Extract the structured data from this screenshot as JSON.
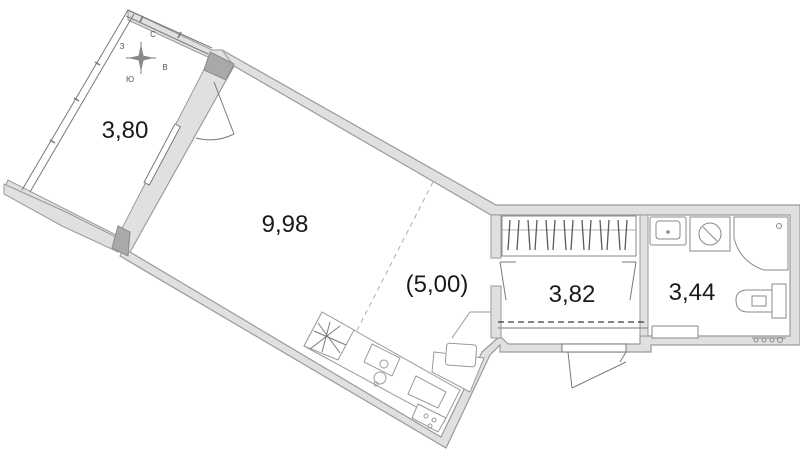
{
  "compass": {
    "north": "С",
    "south": "Ю",
    "east": "В",
    "west": "З"
  },
  "rooms": {
    "balcony": {
      "area": "3,80"
    },
    "living_room": {
      "area": "9,98"
    },
    "kitchen_zone": {
      "area": "(5,00)"
    },
    "hallway": {
      "area": "3,82"
    },
    "bathroom": {
      "area": "3,44"
    }
  },
  "colors": {
    "wall_fill": "#e0e0e0",
    "wall_stroke": "#9a9a9a",
    "column_fill": "#a9a9a9",
    "text": "#1a1a1a"
  }
}
